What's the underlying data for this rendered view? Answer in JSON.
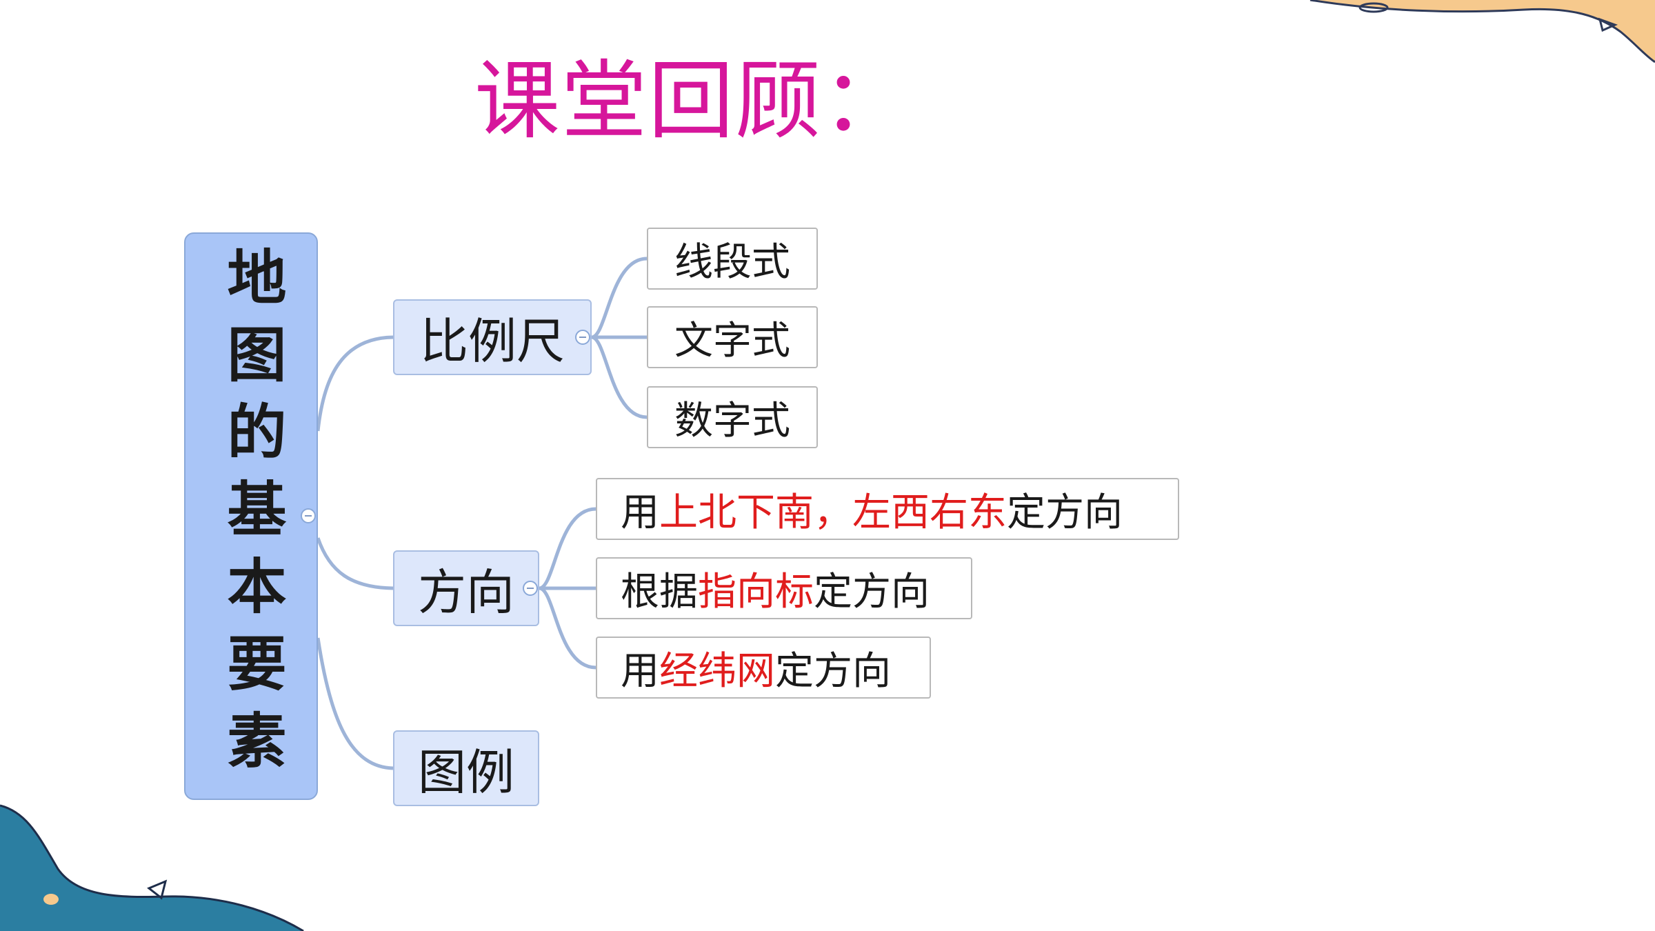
{
  "slide": {
    "title": "课堂回顾："
  },
  "mindmap": {
    "root": "地图的基本要素",
    "branches": [
      {
        "label": "比例尺",
        "children": [
          {
            "segments": [
              {
                "text": "线段式",
                "highlight": false
              }
            ]
          },
          {
            "segments": [
              {
                "text": "文字式",
                "highlight": false
              }
            ]
          },
          {
            "segments": [
              {
                "text": "数字式",
                "highlight": false
              }
            ]
          }
        ]
      },
      {
        "label": "方向",
        "children": [
          {
            "segments": [
              {
                "text": "用",
                "highlight": false
              },
              {
                "text": "上北下南，左西右东",
                "highlight": true
              },
              {
                "text": "定方向",
                "highlight": false
              }
            ]
          },
          {
            "segments": [
              {
                "text": "根据",
                "highlight": false
              },
              {
                "text": "指向标",
                "highlight": true
              },
              {
                "text": "定方向",
                "highlight": false
              }
            ]
          },
          {
            "segments": [
              {
                "text": "用",
                "highlight": false
              },
              {
                "text": "经纬网",
                "highlight": true
              },
              {
                "text": "定方向",
                "highlight": false
              }
            ]
          }
        ]
      },
      {
        "label": "图例",
        "children": []
      }
    ]
  },
  "colors": {
    "title": "#d6169b",
    "highlight": "#e01d1d",
    "root_fill": "#a9c5f7",
    "branch_fill": "#dde7fb",
    "connector": "#9eb4d8",
    "wave_dark": "#2b7ea1",
    "wave_light": "#f6c98d"
  }
}
